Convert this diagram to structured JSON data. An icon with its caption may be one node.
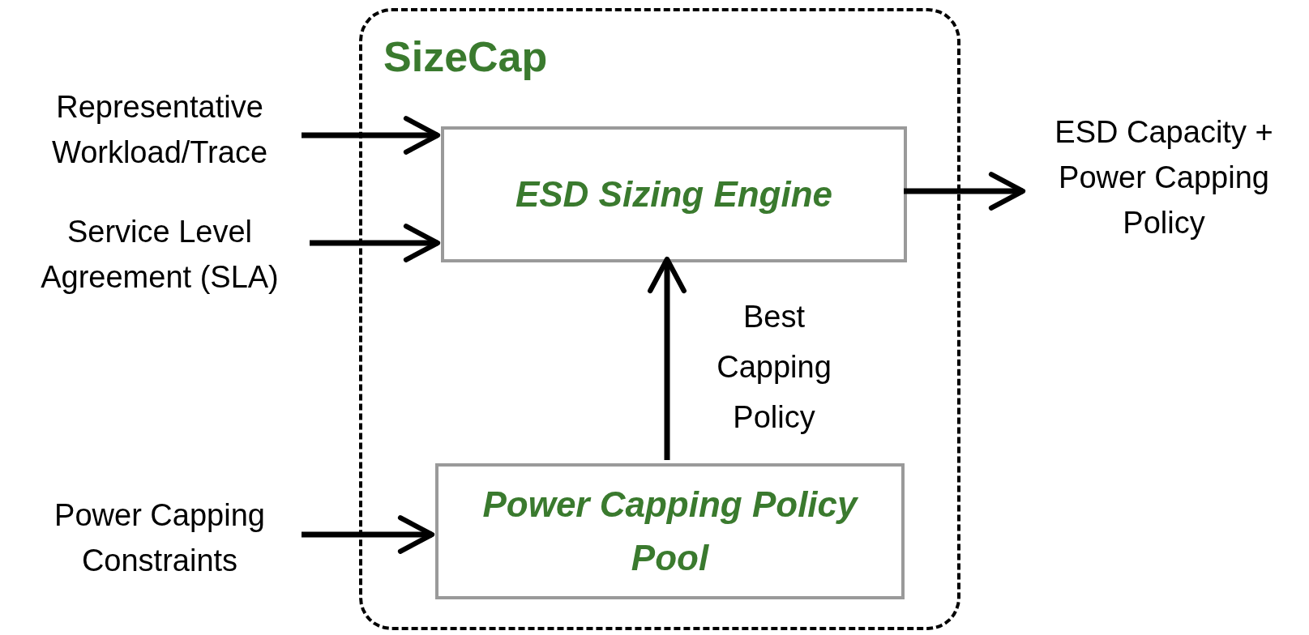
{
  "diagram": {
    "nodes": [
      {
        "text": [
          "SizeCap"
        ]
      },
      {
        "text": [
          "ESD Sizing Engine"
        ],
        "in": 0
      },
      {
        "text": [
          "Power Capping Policy Pool"
        ],
        "in": 0
      },
      {
        "text": [
          "Representative Workload/Trace"
        ]
      },
      {
        "text": [
          "Service Level Agreement (SLA)"
        ]
      },
      {
        "text": [
          "Power Capping Constraints"
        ]
      },
      {
        "text": [
          "ESD Capacity + Power Capping Policy"
        ]
      }
    ],
    "edges": [
      {
        "from": 3,
        "to": 1,
        "arrow": "to"
      },
      {
        "from": 4,
        "to": 1,
        "arrow": "to"
      },
      {
        "from": 5,
        "to": 2,
        "arrow": "to"
      },
      {
        "from": 2,
        "to": 1,
        "arrow": "to",
        "label": "Best Capping Policy"
      },
      {
        "from": 1,
        "to": 6,
        "arrow": "to"
      }
    ]
  }
}
